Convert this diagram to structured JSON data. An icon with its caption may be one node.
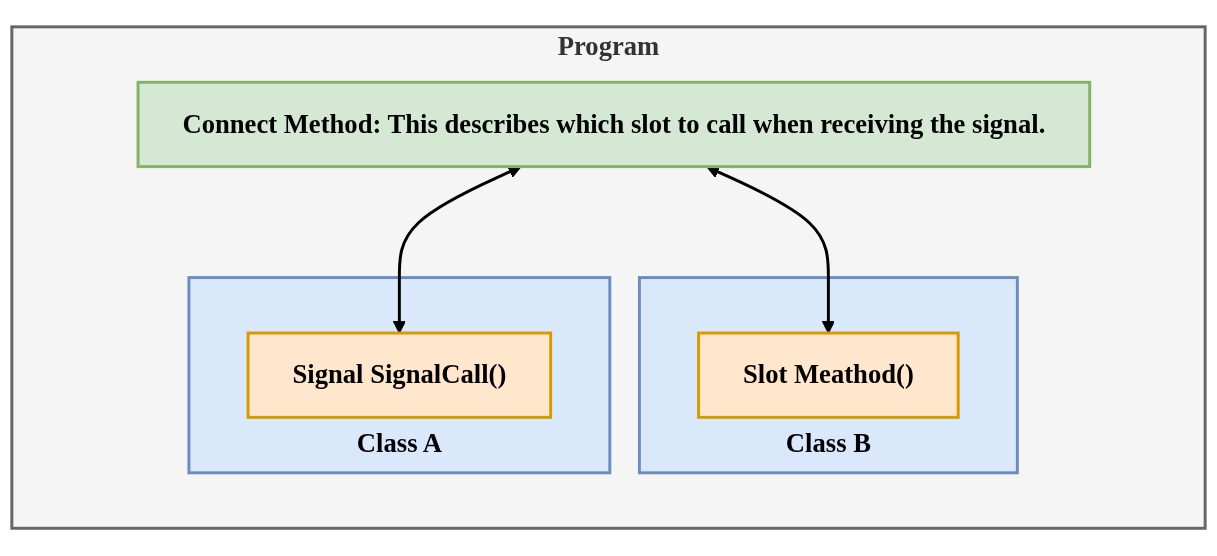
{
  "diagram": {
    "nodes": [
      {
        "text": [
          "Program"
        ]
      },
      {
        "text": [
          "Connect Method: This describes which slot to call when receiving the signal."
        ],
        "in": 0
      },
      {
        "text": [
          "Class B"
        ],
        "in": 0
      },
      {
        "text": [
          "Slot Meathod()"
        ],
        "in": 2
      },
      {
        "text": [
          "Class A"
        ],
        "in": 0
      },
      {
        "text": [
          "Signal SignalCall()"
        ],
        "in": 4
      }
    ],
    "edges": [
      {
        "from": 1,
        "to": 3,
        "arrow": "both"
      },
      {
        "from": 1,
        "to": 5,
        "arrow": "both"
      }
    ]
  }
}
